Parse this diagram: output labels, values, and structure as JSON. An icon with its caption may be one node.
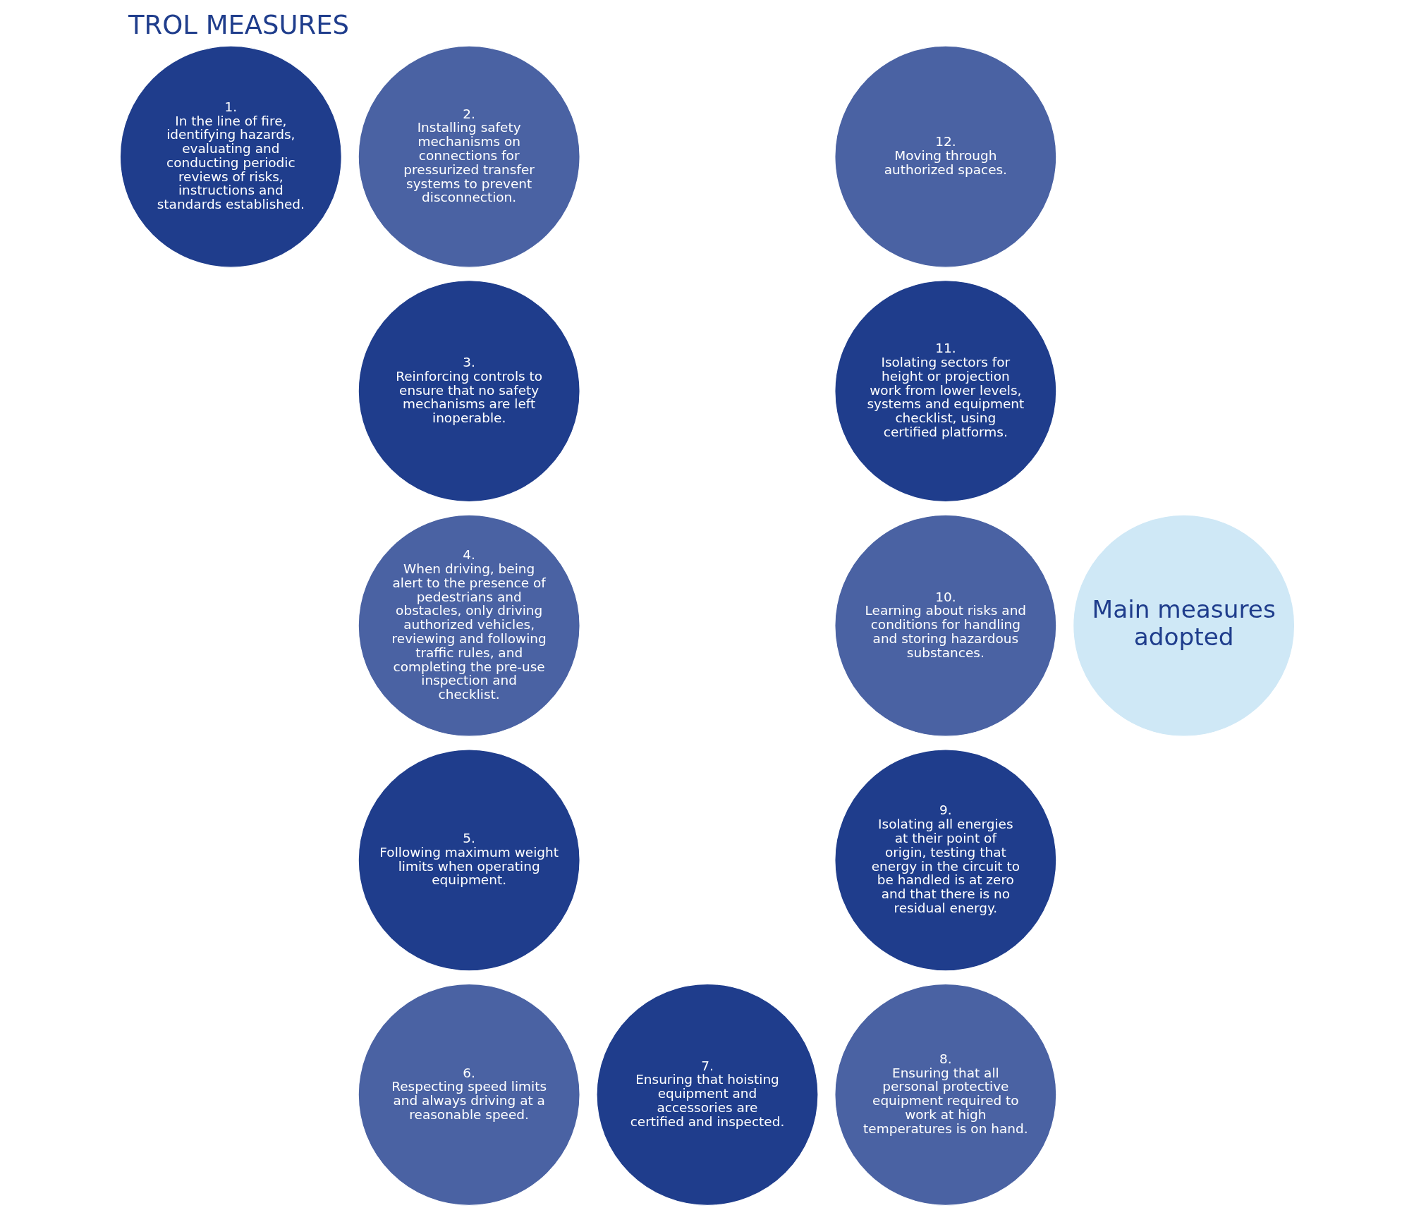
{
  "diagram": {
    "title": "TROL MEASURES",
    "nodes": [
      {
        "text": [
          "1.",
          "In the line of fire, identifying hazards, evaluating and conducting periodic reviews of risks, instructions and standards established."
        ]
      },
      {
        "text": [
          "2.",
          "Installing safety mechanisms on connections for pressurized transfer systems to prevent disconnection."
        ]
      },
      {
        "text": [
          "3.",
          "Reinforcing controls to ensure that no safety mechanisms are left inoperable."
        ]
      },
      {
        "text": [
          "4.",
          "When driving, being alert to the presence of pedestrians and obstacles, only driving authorized vehicles, reviewing and following traffic rules, and completing the pre-use inspection and checklist."
        ]
      },
      {
        "text": [
          "5.",
          "Following maximum weight limits when operating equipment."
        ]
      },
      {
        "text": [
          "6.",
          "Respecting speed limits and always driving at a reasonable speed."
        ]
      },
      {
        "text": [
          "7.",
          "Ensuring that hoisting equipment and accessories are certified and inspected."
        ]
      },
      {
        "text": [
          "8.",
          "Ensuring that all personal protective equipment required to work at high temperatures is on hand."
        ]
      },
      {
        "text": [
          "9.",
          "Isolating all energies at their point of origin, testing that energy in the circuit to be handled is at zero and that there is no residual energy."
        ]
      },
      {
        "text": [
          "10.",
          "Learning about risks and conditions for handling and storing hazardous substances."
        ]
      },
      {
        "text": [
          "11.",
          "Isolating sectors for height or projection work from lower levels, systems and equipment checklist, using certified platforms."
        ]
      },
      {
        "text": [
          "12.",
          "Moving through authorized spaces."
        ]
      },
      {
        "text": [
          "Main measures adopted"
        ]
      }
    ],
    "edges": []
  }
}
